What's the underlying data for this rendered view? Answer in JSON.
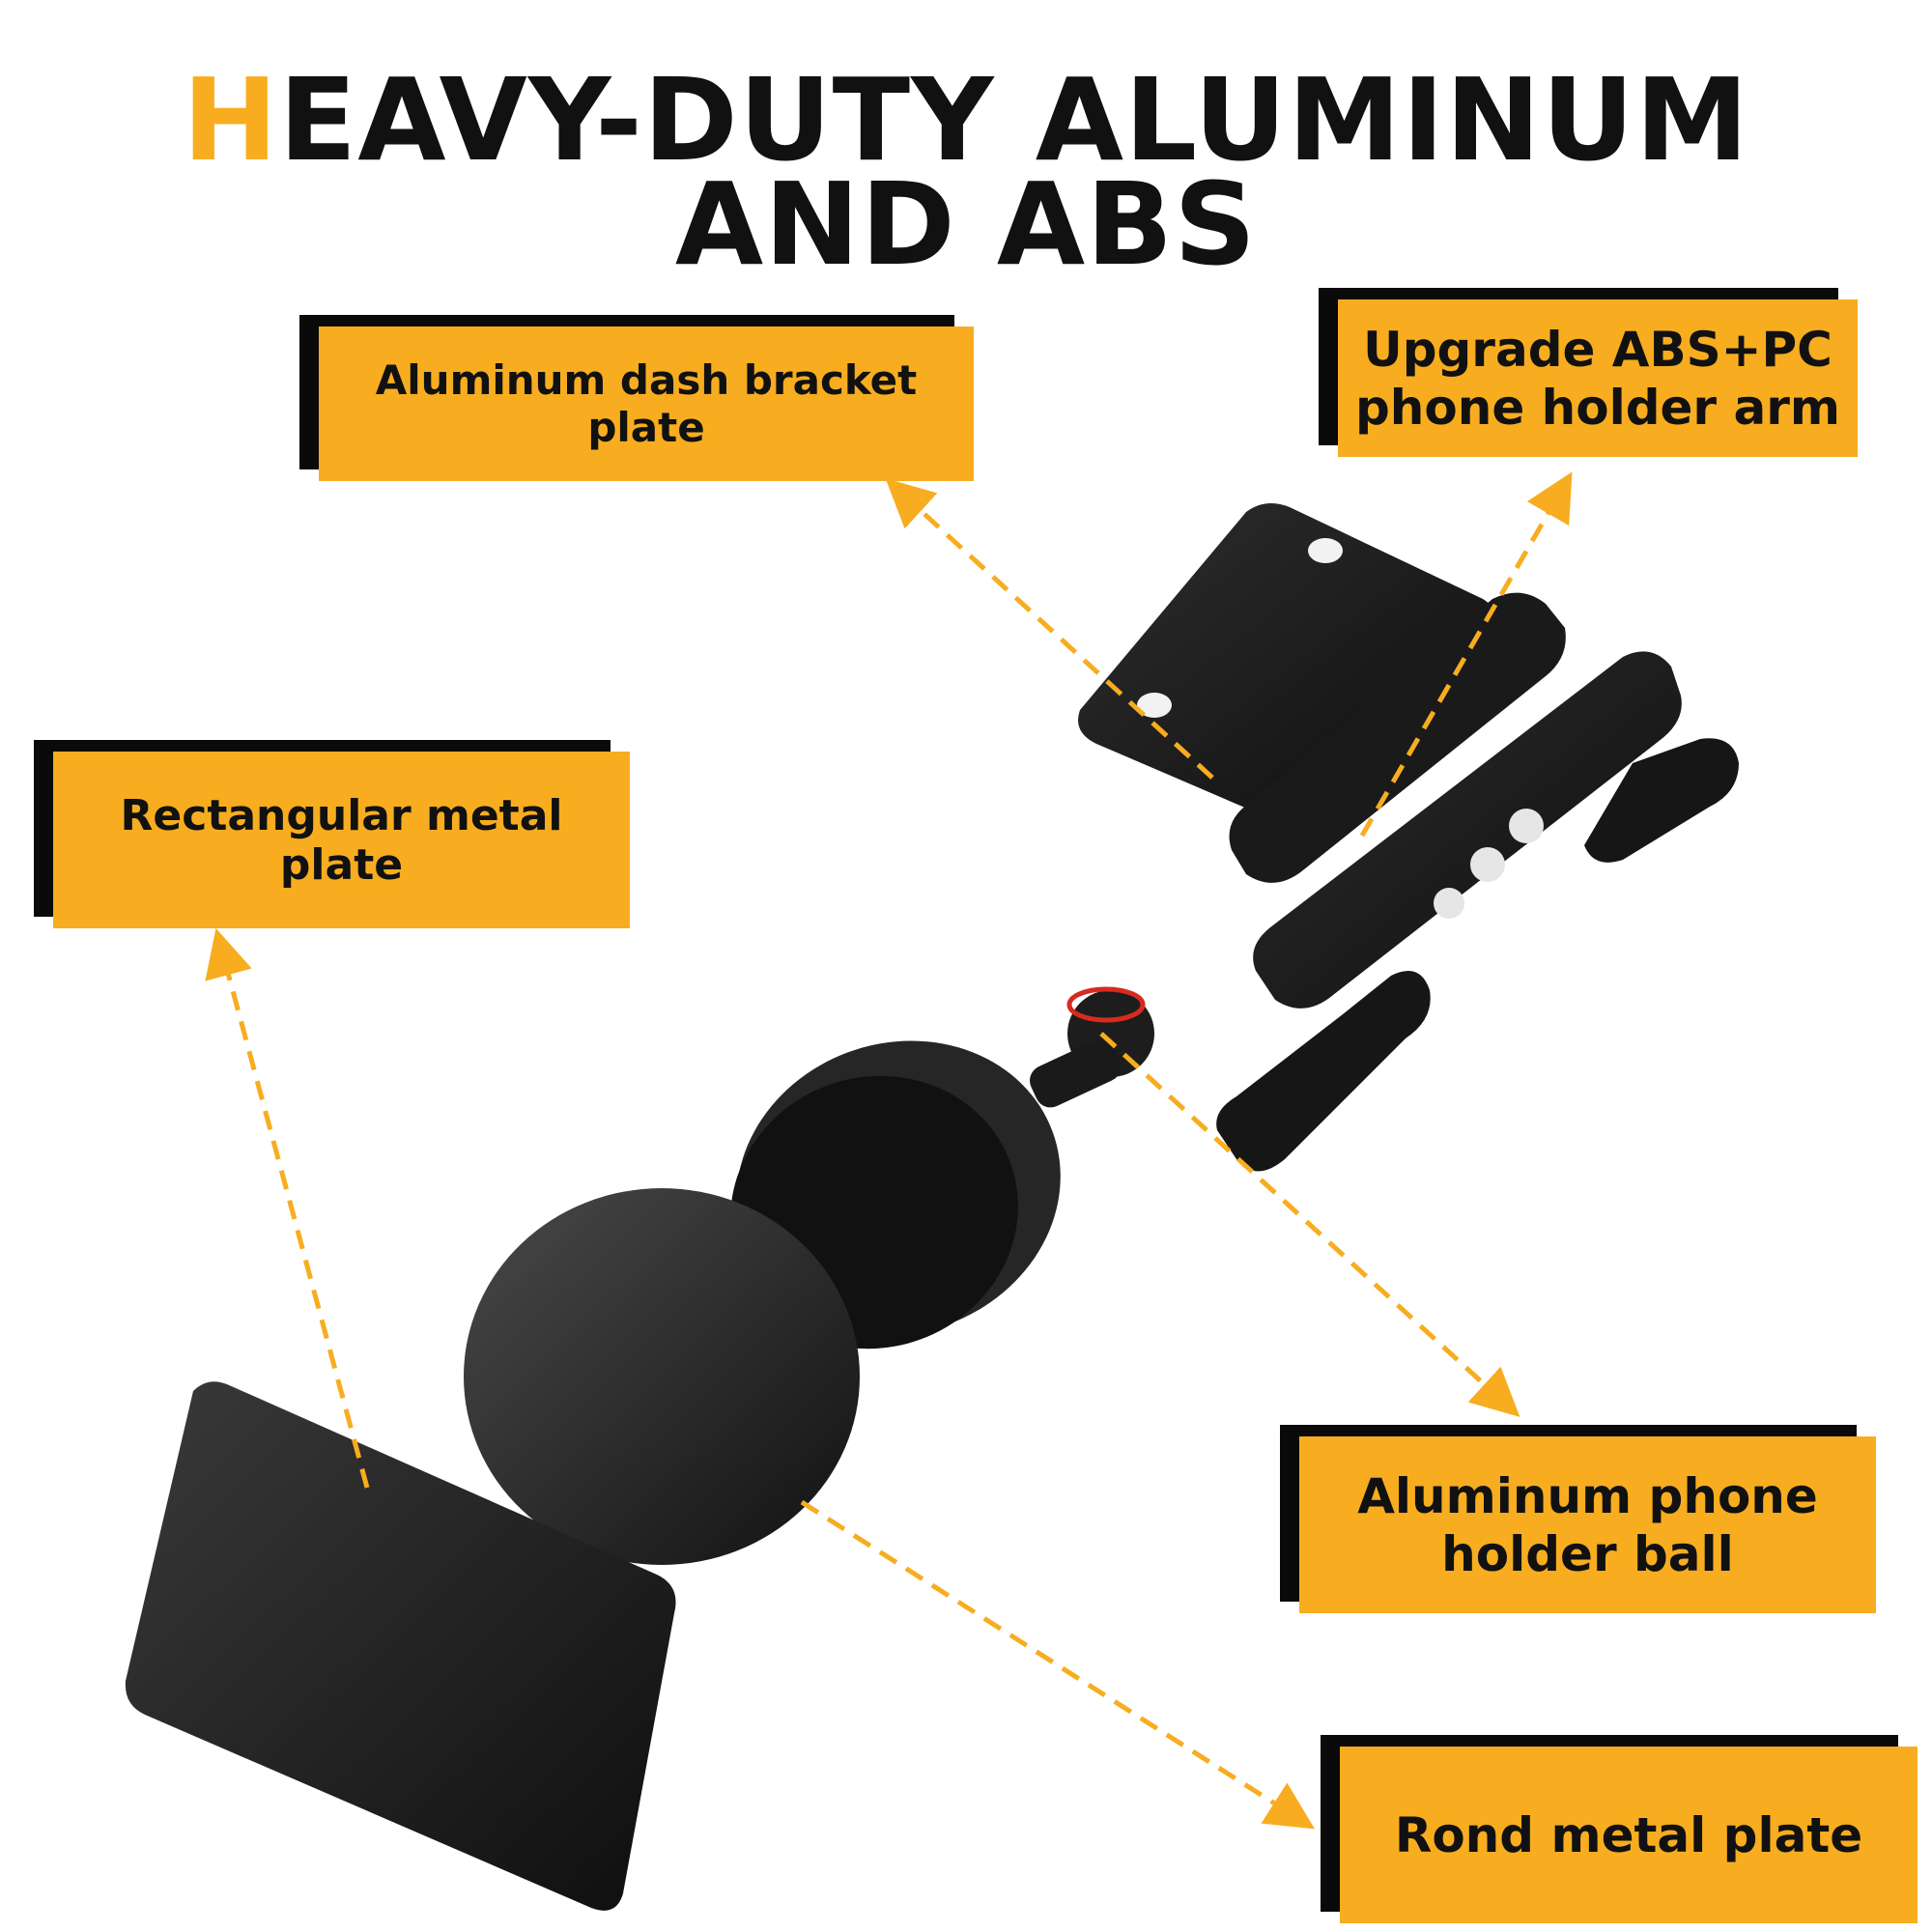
{
  "title": {
    "accent_letter": "H",
    "line1_rest": "EAVY-DUTY ALUMINUM",
    "line2": "AND ABS"
  },
  "labels": {
    "dash_bracket": "Aluminum dash bracket plate",
    "arm_line1": "Upgrade ABS+PC",
    "arm_line2": "phone holder arm",
    "rect_plate": "Rectangular metal plate",
    "ball_line1": "Aluminum phone",
    "ball_line2": "holder ball",
    "round_plate": "Rond metal plate"
  },
  "colors": {
    "accent": "#f7ad1f",
    "box_shadow": "#0a0a0a",
    "text": "#111111",
    "product": "#1c1c1c"
  },
  "icons": [
    "product-mount-illustration",
    "arrow-icon"
  ]
}
